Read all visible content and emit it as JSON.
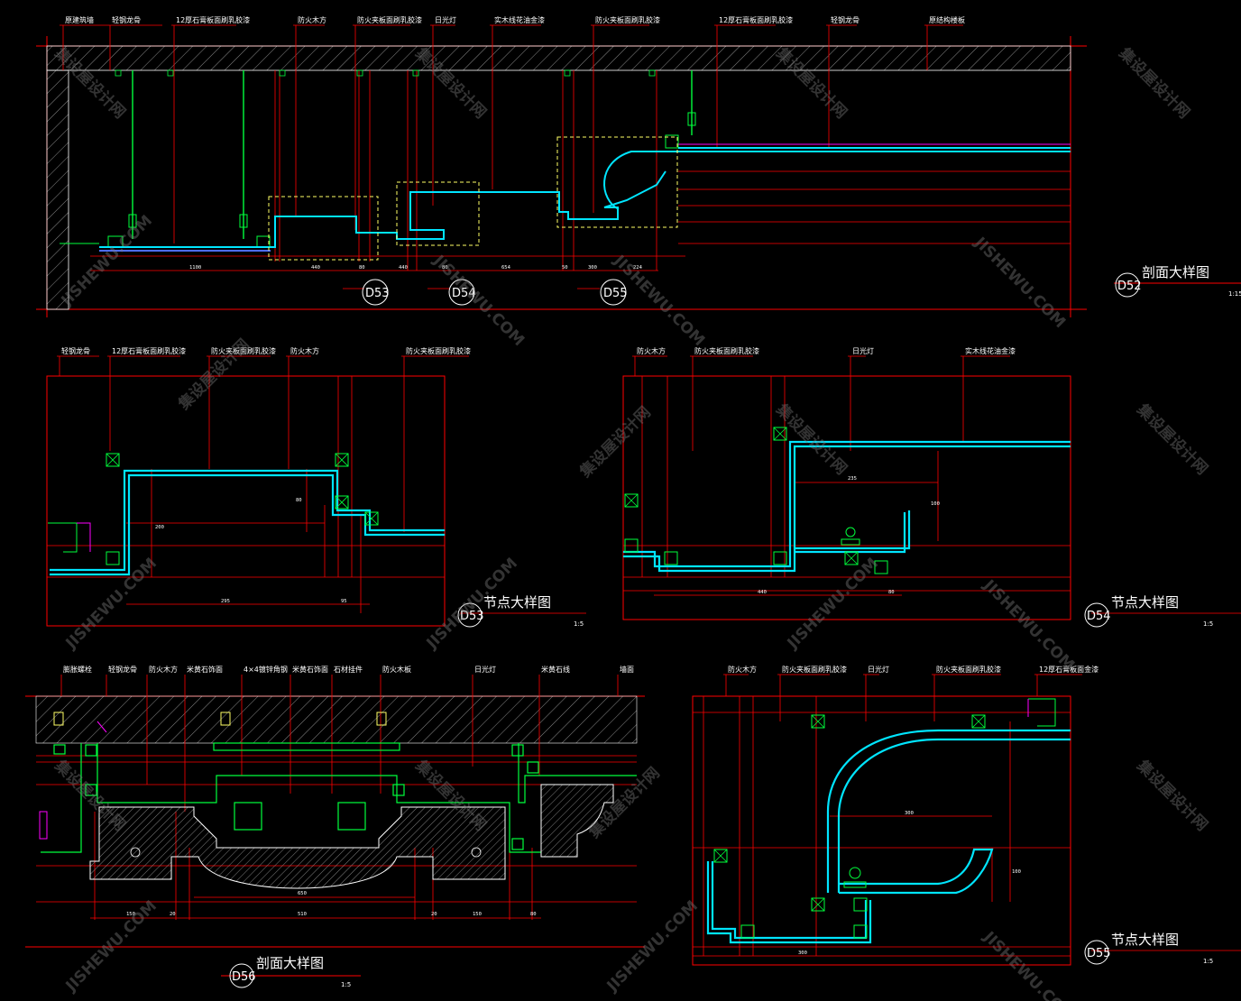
{
  "colors": {
    "background": "#000000",
    "frame": "#ff0000",
    "label": "#ffffff",
    "ceiling": "#00e5ff",
    "hanger": "#00ff3c",
    "accent": "#ff00ff",
    "dashbox": "#ffff66",
    "watermark": "#808080"
  },
  "watermark": {
    "cn": "集设屋设计网",
    "en": "JISHEWU.COM"
  },
  "top": {
    "labels": [
      "原建筑墙",
      "轻钢龙骨",
      "12厚石膏板面刷乳胶漆",
      "防火木方",
      "防火夹板面刷乳胶漆",
      "日光灯",
      "实木线花油金漆",
      "防火夹板面刷乳胶漆",
      "12厚石膏板面刷乳胶漆",
      "轻钢龙骨",
      "原结构楼板"
    ],
    "dims": [
      "1100",
      "440",
      "80",
      "440",
      "80",
      "654",
      "50",
      "300",
      "224"
    ],
    "callouts": [
      "D53",
      "D54",
      "D55"
    ],
    "tag": "D52",
    "title": "剖面大样图",
    "scale": "1:15"
  },
  "d53": {
    "labels": [
      "轻钢龙骨",
      "12厚石膏板面刷乳胶漆",
      "防火夹板面刷乳胶漆",
      "防火木方",
      "防火夹板面刷乳胶漆"
    ],
    "dims": [
      "295",
      "95",
      "80",
      "200"
    ],
    "tag": "D53",
    "title": "节点大样图",
    "scale": "1:5"
  },
  "d54": {
    "labels": [
      "防火木方",
      "防火夹板面刷乳胶漆",
      "日光灯",
      "实木线花油金漆"
    ],
    "dims": [
      "440",
      "80",
      "235",
      "100"
    ],
    "tag": "D54",
    "title": "节点大样图",
    "scale": "1:5"
  },
  "d56": {
    "labels": [
      "膨胀螺栓",
      "轻钢龙骨",
      "防火木方",
      "米黄石饰面",
      "4×4镀锌角钢",
      "米黄石饰面",
      "石材挂件",
      "防火木板",
      "日光灯",
      "米黄石线",
      "墙面"
    ],
    "dims": [
      "150",
      "20",
      "510",
      "20",
      "150",
      "80",
      "650"
    ],
    "tag": "D56",
    "title": "剖面大样图",
    "scale": "1:5"
  },
  "d55": {
    "labels": [
      "防火木方",
      "防火夹板面刷乳胶漆",
      "日光灯",
      "防火夹板面刷乳胶漆",
      "12厚石膏板面金漆"
    ],
    "dims": [
      "300",
      "300",
      "100"
    ],
    "tag": "D55",
    "title": "节点大样图",
    "scale": "1:5"
  }
}
